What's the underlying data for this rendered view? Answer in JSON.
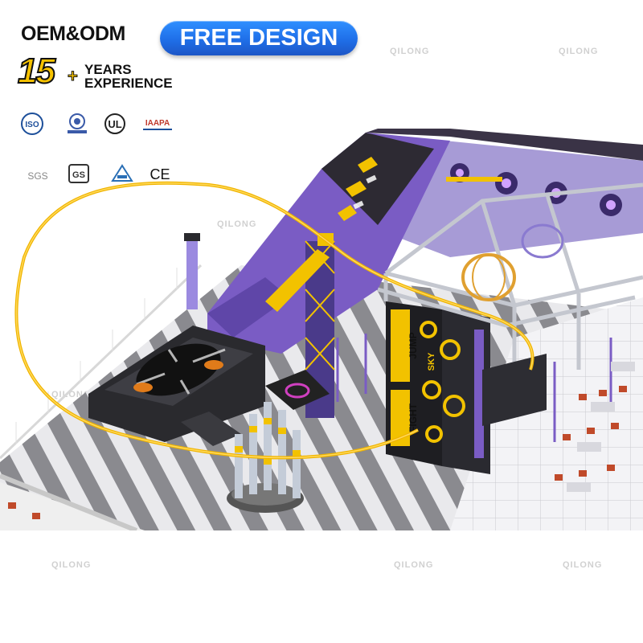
{
  "banner": {
    "oem_text": "OEM&ODM",
    "button_label": "FREE DESIGN",
    "years_number": "15",
    "years_plus": "+",
    "years_line1": "YEARS",
    "years_line2": "EXPERIENCE"
  },
  "certifications": [
    {
      "name": "iso-icon",
      "label": "ISO"
    },
    {
      "name": "iaf-icon",
      "label": ""
    },
    {
      "name": "ul-icon",
      "label": "UL"
    },
    {
      "name": "iaapa-icon",
      "label": "IAAPA"
    },
    {
      "name": "sgs-icon",
      "label": "SGS"
    },
    {
      "name": "gs-icon",
      "label": "GS"
    },
    {
      "name": "tuv-icon",
      "label": ""
    },
    {
      "name": "ce-icon",
      "label": "CE"
    }
  ],
  "watermark": "QILONG",
  "product_signage": [
    "JUMP",
    "SKY",
    "FIGHT"
  ],
  "colors": {
    "brand_blue": "#1f6fe8",
    "accent_yellow": "#f2c200",
    "structure_purple": "#7a5cc4",
    "floor_stripe": "#8a8a8a"
  }
}
